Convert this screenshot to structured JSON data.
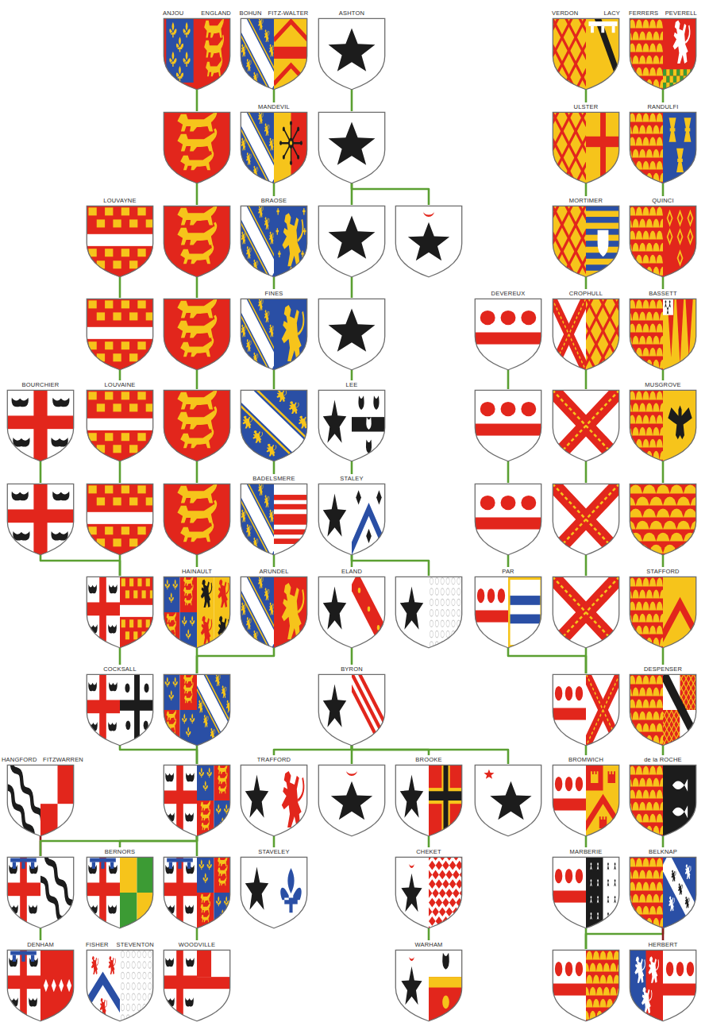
{
  "diagram": {
    "nodes": [
      {
        "text": [
          "ANJOU",
          "ENGLAND"
        ]
      },
      {
        "text": [
          "BOHUN",
          "FITZ-WALTER"
        ]
      },
      {
        "text": [
          "ASHTON"
        ]
      },
      {
        "text": [
          "VERDON",
          "LACY"
        ]
      },
      {
        "text": [
          "FERRERS",
          "PEVERELL"
        ]
      },
      {
        "text": []
      },
      {
        "text": [
          "MANDEVIL"
        ]
      },
      {
        "text": []
      },
      {
        "text": [
          "ULSTER"
        ]
      },
      {
        "text": [
          "RANDULFI"
        ]
      },
      {
        "text": [
          "LOUVAYNE"
        ]
      },
      {
        "text": []
      },
      {
        "text": [
          "BRAOSE"
        ]
      },
      {
        "text": []
      },
      {
        "text": []
      },
      {
        "text": [
          "MORTIMER"
        ]
      },
      {
        "text": [
          "QUINCI"
        ]
      },
      {
        "text": []
      },
      {
        "text": []
      },
      {
        "text": [
          "FINES"
        ]
      },
      {
        "text": []
      },
      {
        "text": [
          "DEVEREUX"
        ]
      },
      {
        "text": [
          "CROPHULL"
        ]
      },
      {
        "text": [
          "BASSETT"
        ]
      },
      {
        "text": [
          "BOURCHIER"
        ]
      },
      {
        "text": [
          "LOUVAINE"
        ]
      },
      {
        "text": []
      },
      {
        "text": []
      },
      {
        "text": [
          "LEE"
        ]
      },
      {
        "text": []
      },
      {
        "text": []
      },
      {
        "text": [
          "MUSGROVE"
        ]
      },
      {
        "text": []
      },
      {
        "text": []
      },
      {
        "text": []
      },
      {
        "text": [
          "BADELSMERE"
        ]
      },
      {
        "text": [
          "STALEY"
        ]
      },
      {
        "text": []
      },
      {
        "text": []
      },
      {
        "text": []
      },
      {
        "text": []
      },
      {
        "text": [
          "HAINAULT"
        ]
      },
      {
        "text": [
          "ARUNDEL"
        ]
      },
      {
        "text": [
          "ELAND"
        ]
      },
      {
        "text": []
      },
      {
        "text": [
          "PAR"
        ]
      },
      {
        "text": []
      },
      {
        "text": [
          "STAFFORD"
        ]
      },
      {
        "text": [
          "COCKSALL"
        ]
      },
      {
        "text": []
      },
      {
        "text": [
          "BYRON"
        ]
      },
      {
        "text": []
      },
      {
        "text": [
          "DESPENSER"
        ]
      },
      {
        "text": [
          "HANGFORD",
          "FITZWARREN"
        ]
      },
      {
        "text": []
      },
      {
        "text": [
          "TRAFFORD"
        ]
      },
      {
        "text": []
      },
      {
        "text": [
          "BROOKE"
        ]
      },
      {
        "text": []
      },
      {
        "text": [
          "BROMWICH"
        ]
      },
      {
        "text": [
          "de la ROCHE"
        ]
      },
      {
        "text": []
      },
      {
        "text": [
          "BERNORS"
        ]
      },
      {
        "text": []
      },
      {
        "text": [
          "STAVELEY"
        ]
      },
      {
        "text": [
          "CHEKET"
        ]
      },
      {
        "text": [
          "MARBERIE"
        ]
      },
      {
        "text": [
          "BELKNAP"
        ]
      },
      {
        "text": [
          "DENHAM"
        ]
      },
      {
        "text": [
          "FISHER",
          "STEVENTON"
        ]
      },
      {
        "text": [
          "WOODVILLE"
        ]
      },
      {
        "text": [
          "WARHAM"
        ]
      },
      {
        "text": []
      },
      {
        "text": [
          "HERBERT"
        ]
      }
    ],
    "edges": [
      {
        "from": 0,
        "to": 5,
        "arrow": "none"
      },
      {
        "from": 5,
        "to": 11,
        "arrow": "none"
      },
      {
        "from": 11,
        "to": 18,
        "arrow": "none"
      },
      {
        "from": 18,
        "to": 26,
        "arrow": "none"
      },
      {
        "from": 26,
        "to": 34,
        "arrow": "none"
      },
      {
        "from": 34,
        "to": 41,
        "arrow": "none"
      },
      {
        "from": 41,
        "to": 49,
        "arrow": "none"
      },
      {
        "from": 42,
        "to": 49,
        "arrow": "none"
      },
      {
        "from": 49,
        "to": 54,
        "arrow": "none"
      },
      {
        "from": 1,
        "to": 6,
        "arrow": "none"
      },
      {
        "from": 6,
        "to": 12,
        "arrow": "none"
      },
      {
        "from": 12,
        "to": 19,
        "arrow": "none"
      },
      {
        "from": 19,
        "to": 27,
        "arrow": "none"
      },
      {
        "from": 27,
        "to": 35,
        "arrow": "none"
      },
      {
        "from": 35,
        "to": 42,
        "arrow": "none"
      },
      {
        "from": 2,
        "to": 7,
        "arrow": "none"
      },
      {
        "from": 7,
        "to": 13,
        "arrow": "none"
      },
      {
        "from": 7,
        "to": 14,
        "arrow": "none"
      },
      {
        "from": 13,
        "to": 20,
        "arrow": "none"
      },
      {
        "from": 20,
        "to": 28,
        "arrow": "none"
      },
      {
        "from": 28,
        "to": 36,
        "arrow": "none"
      },
      {
        "from": 36,
        "to": 43,
        "arrow": "none"
      },
      {
        "from": 36,
        "to": 44,
        "arrow": "none"
      },
      {
        "from": 43,
        "to": 50,
        "arrow": "none"
      },
      {
        "from": 50,
        "to": 55,
        "arrow": "none"
      },
      {
        "from": 50,
        "to": 56,
        "arrow": "none"
      },
      {
        "from": 50,
        "to": 57,
        "arrow": "none"
      },
      {
        "from": 50,
        "to": 58,
        "arrow": "none"
      },
      {
        "from": 55,
        "to": 64,
        "arrow": "none"
      },
      {
        "from": 57,
        "to": 65,
        "arrow": "none"
      },
      {
        "from": 65,
        "to": 71,
        "arrow": "none"
      },
      {
        "from": 10,
        "to": 17,
        "arrow": "none"
      },
      {
        "from": 17,
        "to": 25,
        "arrow": "none"
      },
      {
        "from": 25,
        "to": 33,
        "arrow": "none"
      },
      {
        "from": 33,
        "to": 40,
        "arrow": "none"
      },
      {
        "from": 24,
        "to": 32,
        "arrow": "none"
      },
      {
        "from": 32,
        "to": 40,
        "arrow": "none"
      },
      {
        "from": 40,
        "to": 48,
        "arrow": "none"
      },
      {
        "from": 48,
        "to": 54,
        "arrow": "none"
      },
      {
        "from": 53,
        "to": 61,
        "arrow": "none"
      },
      {
        "from": 54,
        "to": 61,
        "arrow": "none"
      },
      {
        "from": 54,
        "to": 62,
        "arrow": "none"
      },
      {
        "from": 54,
        "to": 63,
        "arrow": "none"
      },
      {
        "from": 61,
        "to": 68,
        "arrow": "none"
      },
      {
        "from": 63,
        "to": 70,
        "arrow": "none"
      },
      {
        "from": 3,
        "to": 8,
        "arrow": "none"
      },
      {
        "from": 8,
        "to": 15,
        "arrow": "none"
      },
      {
        "from": 15,
        "to": 22,
        "arrow": "none"
      },
      {
        "from": 22,
        "to": 30,
        "arrow": "none"
      },
      {
        "from": 30,
        "to": 38,
        "arrow": "none"
      },
      {
        "from": 38,
        "to": 46,
        "arrow": "none"
      },
      {
        "from": 4,
        "to": 9,
        "arrow": "none"
      },
      {
        "from": 9,
        "to": 16,
        "arrow": "none"
      },
      {
        "from": 16,
        "to": 23,
        "arrow": "none"
      },
      {
        "from": 23,
        "to": 31,
        "arrow": "none"
      },
      {
        "from": 31,
        "to": 39,
        "arrow": "none"
      },
      {
        "from": 39,
        "to": 47,
        "arrow": "none"
      },
      {
        "from": 21,
        "to": 29,
        "arrow": "none"
      },
      {
        "from": 29,
        "to": 37,
        "arrow": "none"
      },
      {
        "from": 37,
        "to": 45,
        "arrow": "none"
      },
      {
        "from": 45,
        "to": 51,
        "arrow": "none"
      },
      {
        "from": 46,
        "to": 51,
        "arrow": "none"
      },
      {
        "from": 47,
        "to": 52,
        "arrow": "none"
      },
      {
        "from": 51,
        "to": 59,
        "arrow": "none"
      },
      {
        "from": 52,
        "to": 60,
        "arrow": "none"
      },
      {
        "from": 59,
        "to": 66,
        "arrow": "none"
      },
      {
        "from": 60,
        "to": 67,
        "arrow": "none"
      },
      {
        "from": 66,
        "to": 72,
        "arrow": "none"
      },
      {
        "from": 67,
        "to": 72,
        "arrow": "none"
      },
      {
        "from": 67,
        "to": 73,
        "arrow": "none"
      }
    ]
  }
}
